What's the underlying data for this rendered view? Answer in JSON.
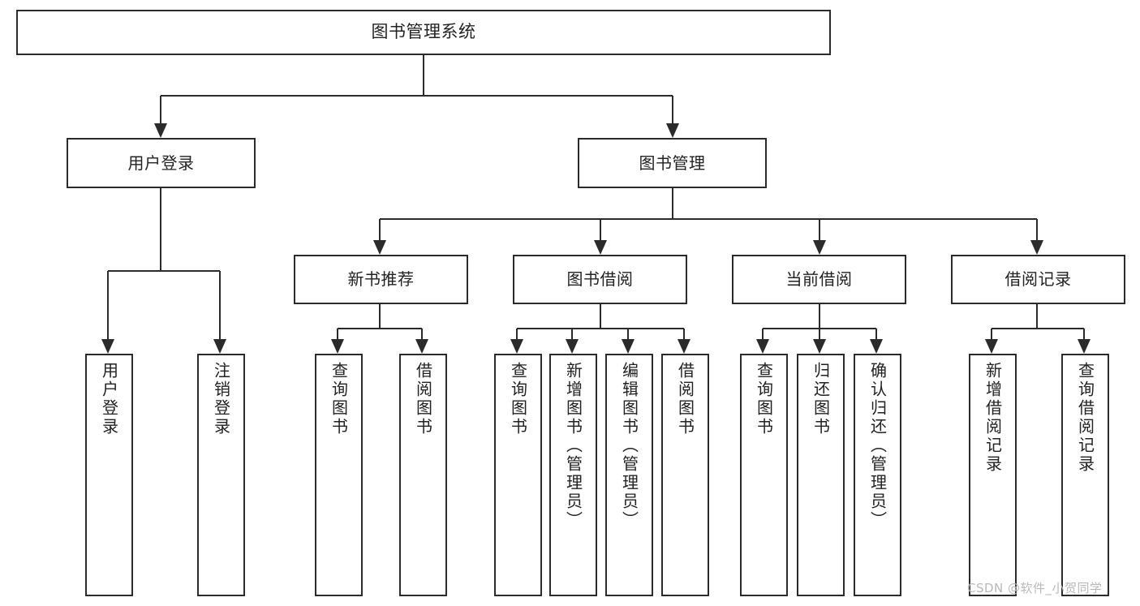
{
  "diagram": {
    "title": "图书管理系统",
    "type": "功能结构图",
    "root": {
      "id": "root",
      "label": "图书管理系统"
    },
    "level2": [
      {
        "id": "user-login",
        "label": "用户登录"
      },
      {
        "id": "book-mgmt",
        "label": "图书管理"
      }
    ],
    "level3": [
      {
        "id": "new-rec",
        "label": "新书推荐",
        "parent": "book-mgmt"
      },
      {
        "id": "borrow",
        "label": "图书借阅",
        "parent": "book-mgmt"
      },
      {
        "id": "current",
        "label": "当前借阅",
        "parent": "book-mgmt"
      },
      {
        "id": "record",
        "label": "借阅记录",
        "parent": "book-mgmt"
      }
    ],
    "leaves": [
      {
        "id": "leaf-1",
        "label": "用户登录",
        "parent": "user-login"
      },
      {
        "id": "leaf-2",
        "label": "注销登录",
        "parent": "user-login"
      },
      {
        "id": "leaf-3",
        "label": "查询图书",
        "parent": "new-rec"
      },
      {
        "id": "leaf-4",
        "label": "借阅图书",
        "parent": "new-rec"
      },
      {
        "id": "leaf-5",
        "label": "查询图书",
        "parent": "borrow"
      },
      {
        "id": "leaf-6",
        "label": "新增图书（管理员）",
        "parent": "borrow"
      },
      {
        "id": "leaf-7",
        "label": "编辑图书（管理员）",
        "parent": "borrow"
      },
      {
        "id": "leaf-8",
        "label": "借阅图书",
        "parent": "borrow"
      },
      {
        "id": "leaf-9",
        "label": "查询图书",
        "parent": "current"
      },
      {
        "id": "leaf-10",
        "label": "归还图书",
        "parent": "current"
      },
      {
        "id": "leaf-11",
        "label": "确认归还（管理员）",
        "parent": "current"
      },
      {
        "id": "leaf-12",
        "label": "新增借阅记录",
        "parent": "record"
      },
      {
        "id": "leaf-13",
        "label": "查询借阅记录",
        "parent": "record"
      }
    ],
    "colors": {
      "box_border": "#2b2b2b",
      "box_fill": "#ffffff",
      "connector": "#2b2b2b",
      "text": "#222222",
      "watermark": "#b9b9b9",
      "background": "#ffffff"
    }
  },
  "watermark": {
    "text": "CSDN @软件_小贺同学"
  }
}
